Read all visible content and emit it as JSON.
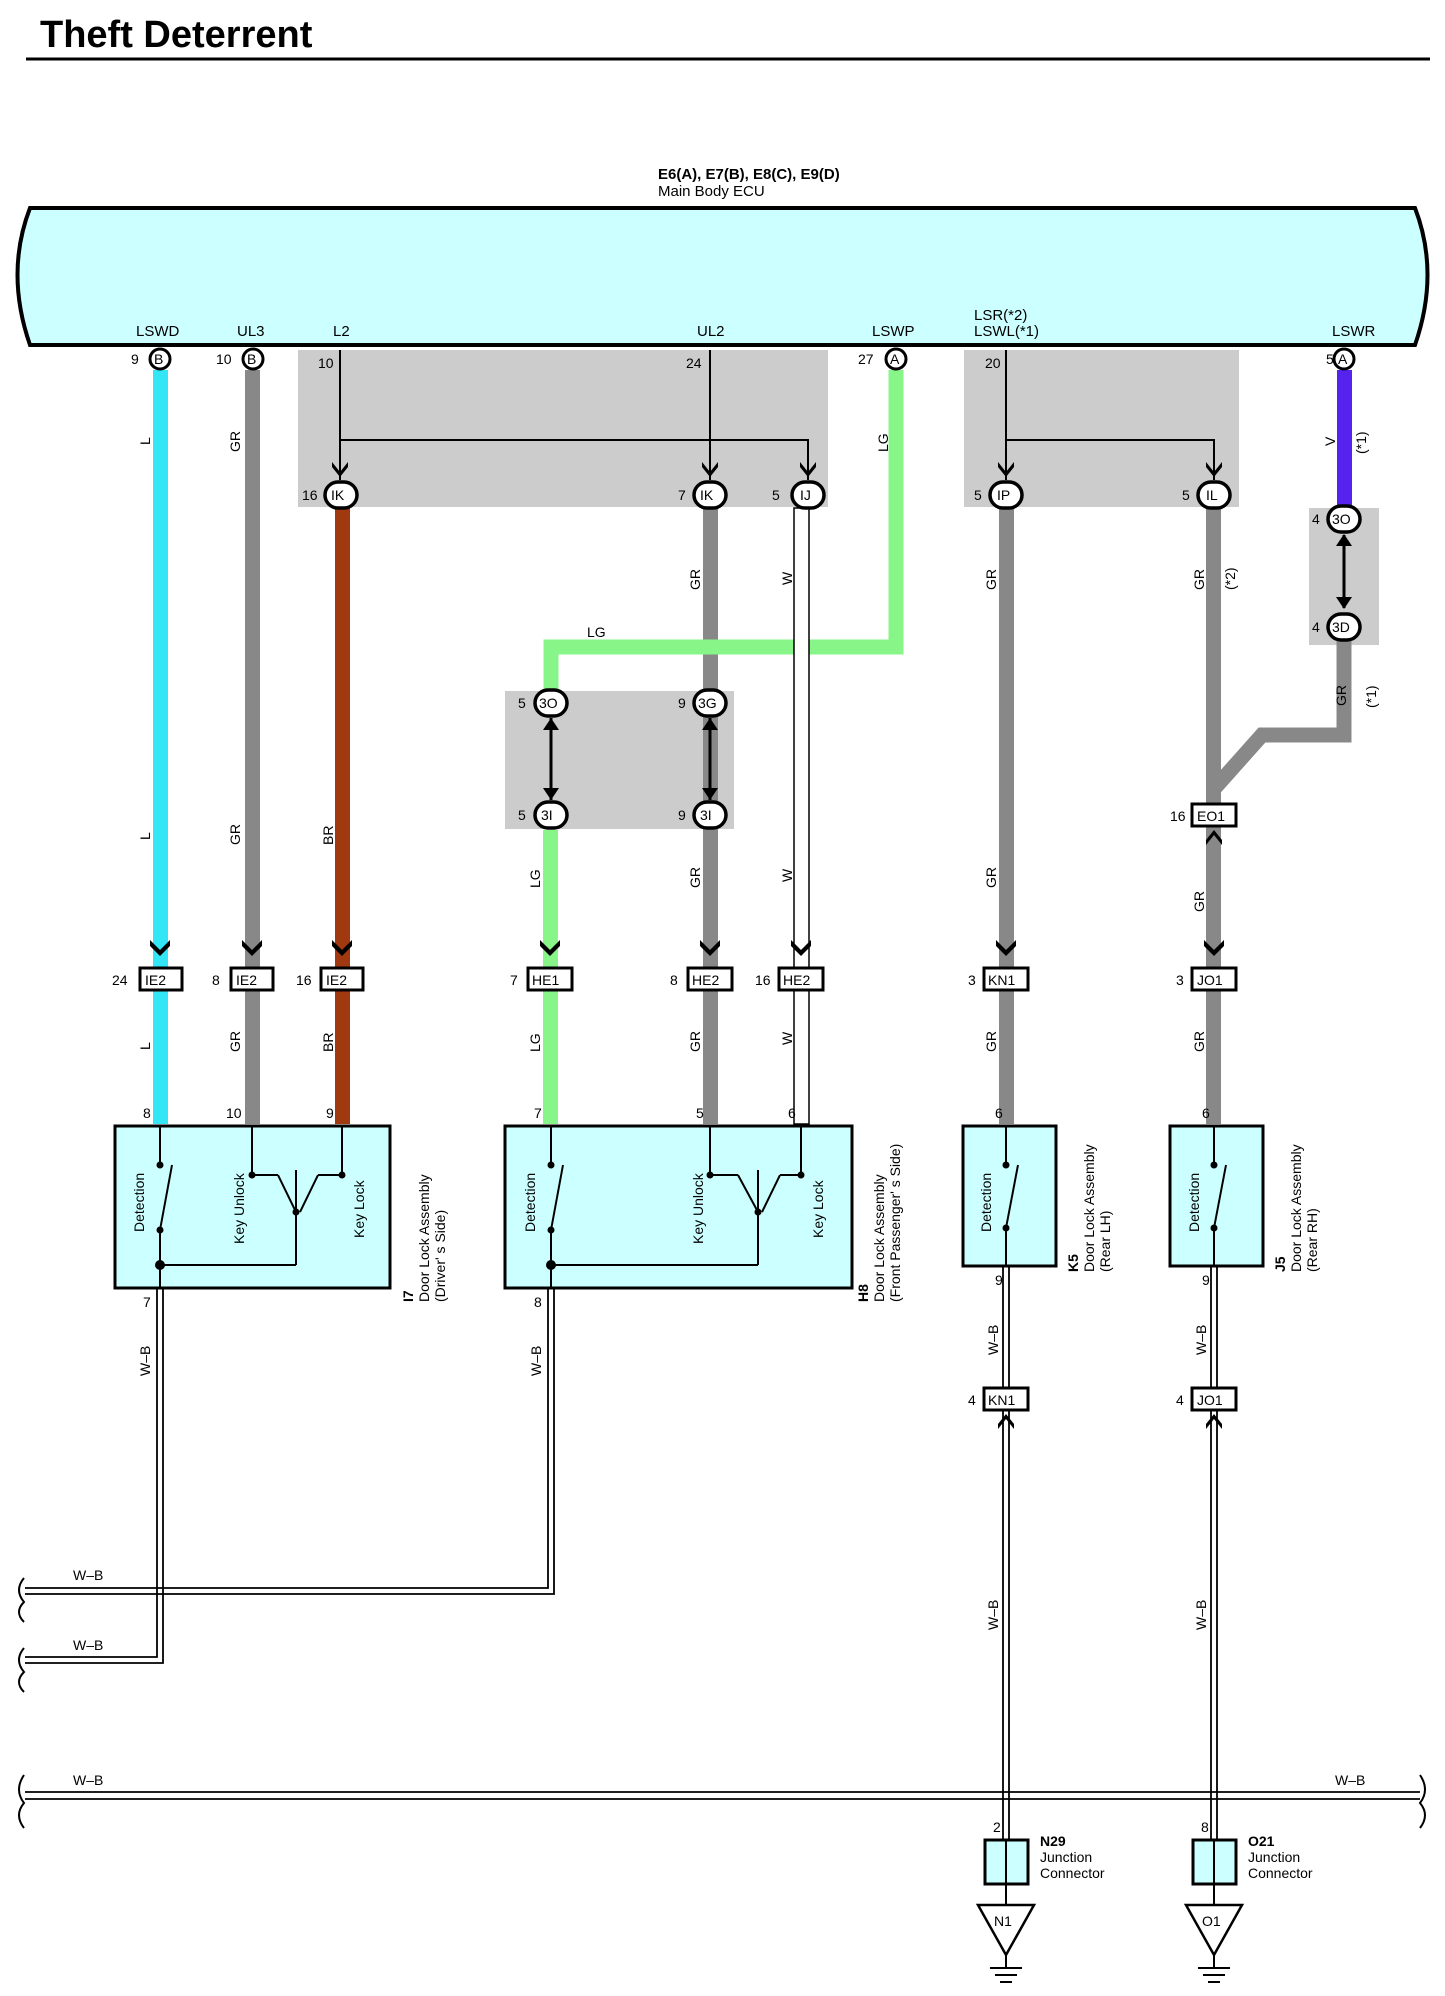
{
  "title": "Theft Deterrent",
  "ecu": {
    "connectors": "E6(A), E7(B), E8(C), E9(D)",
    "name": "Main Body ECU",
    "terminals": {
      "lswd": "LSWD",
      "ul3": "UL3",
      "l2": "L2",
      "ul2": "UL2",
      "lswp": "LSWP",
      "lsr": "LSR(*2)",
      "lswl": "LSWL(*1)",
      "lswr": "LSWR"
    },
    "pins": {
      "p9": "9",
      "p10": "10",
      "p10b": "10",
      "p24": "24",
      "p27": "27",
      "p20": "20",
      "p5": "5"
    },
    "conn_letters": {
      "b1": "B",
      "b2": "B",
      "a1": "A",
      "a2": "A"
    }
  },
  "colors": {
    "ecu_fill": "#ccffff",
    "junction_fill": "#cccccc",
    "wire_L": "#33e6f5",
    "wire_GR": "#888888",
    "wire_BR": "#a0390f",
    "wire_LG": "#88f588",
    "wire_V": "#5522ee",
    "wire_W": "#ffffff"
  },
  "wire_labels": {
    "L": "L",
    "GR": "GR",
    "BR": "BR",
    "LG": "LG",
    "W": "W",
    "V": "V",
    "WB": "W–B",
    "star1": "(*1)",
    "star2": "(*2)"
  },
  "junction_connectors": {
    "ik": "IK",
    "ij": "IJ",
    "ip": "IP",
    "il": "IL",
    "c3o": "3O",
    "c3d": "3D",
    "c3g": "3G",
    "c3i": "3I",
    "eo1": "EO1",
    "ie2": "IE2",
    "he1": "HE1",
    "he2": "HE2",
    "kn1": "KN1",
    "jo1": "JO1"
  },
  "pin_numbers": {
    "n16": "16",
    "n7": "7",
    "n5": "5",
    "n4": "4",
    "n9": "9",
    "n24": "24",
    "n8": "8",
    "n3": "3",
    "n6": "6",
    "n10": "10",
    "n2": "2"
  },
  "switch_labels": {
    "detection": "Detection",
    "key_unlock": "Key Unlock",
    "key_lock": "Key Lock"
  },
  "components": {
    "i7": {
      "code": "I7",
      "name": "Door Lock Assembly",
      "side": "(Driver' s Side)"
    },
    "h8": {
      "code": "H8",
      "name": "Door Lock Assembly",
      "side": "(Front Passenger' s Side)"
    },
    "k5": {
      "code": "K5",
      "name": "Door Lock Assembly",
      "side": "(Rear LH)"
    },
    "j5": {
      "code": "J5",
      "name": "Door Lock Assembly",
      "side": "(Rear RH)"
    },
    "n29": {
      "code": "N29",
      "line1": "Junction",
      "line2": "Connector"
    },
    "o21": {
      "code": "O21",
      "line1": "Junction",
      "line2": "Connector"
    }
  },
  "grounds": {
    "n1": "N1",
    "o1": "O1"
  }
}
